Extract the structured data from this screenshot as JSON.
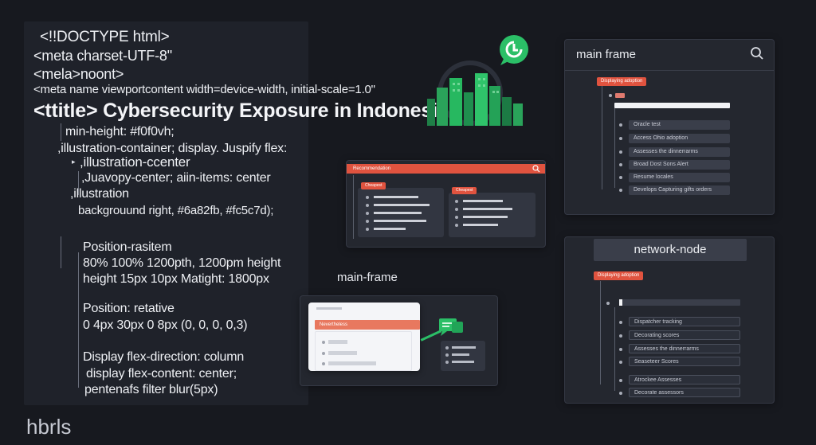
{
  "code": {
    "lines": [
      "<!!DOCTYPE html>",
      "<meta  charset-UTF-8\"",
      "<mela>noont>",
      "<meta name viewportcontent width=device-width, initial-scale=1.0\"",
      "<ttitle> Cybersecurity Exposure in Indonesia",
      "min-height: #f0f0vh;",
      ",illustration-container;  display. Juspify flex:",
      ",illustration-ccenter",
      ",Juavopy-center; aiin-items: center",
      ",illustration",
      "backgrouund right, #6a82fb, #fc5c7d);",
      "Position-rasitem",
      "80%  100%  1200pth, 1200pm height",
      "height 15px 10px Matight: 1800px",
      "Position: retative",
      "0 4px 30px 0 8px (0, 0, 0, 0,3)",
      "Display flex-direction: column",
      "display flex-content: center;",
      "pentenafs filter blur(5px)"
    ],
    "footer_label": "hbrls"
  },
  "windows": {
    "main_frame": {
      "title": "main frame",
      "tag": "Displaying adoption",
      "items": [
        "Oracle test",
        "Access Ohio adoption",
        "Assesses the dinnerrarms",
        "Broad Dost Sons Alert",
        "Resume locales",
        "Develops Capturing gifts orders"
      ]
    },
    "mid_window": {
      "header_label": "Recommendation",
      "left_tag": "Cheapest",
      "right_tag": "Cheapest"
    },
    "network_node": {
      "title": "network-node",
      "tag": "Displaying adoption",
      "items": [
        "Dispatcher tracking",
        "Decorating scores",
        "Assesses the dinnerrarms",
        "Seaseteer Scores",
        "Atrockee Assesses",
        "Decorate assessors"
      ]
    },
    "main_frame_2": {
      "label": "main-frame",
      "tag": "Nevertheless"
    }
  },
  "colors": {
    "accent_orange": "#e0533f",
    "accent_green": "#27b860",
    "panel": "#1f222a"
  }
}
